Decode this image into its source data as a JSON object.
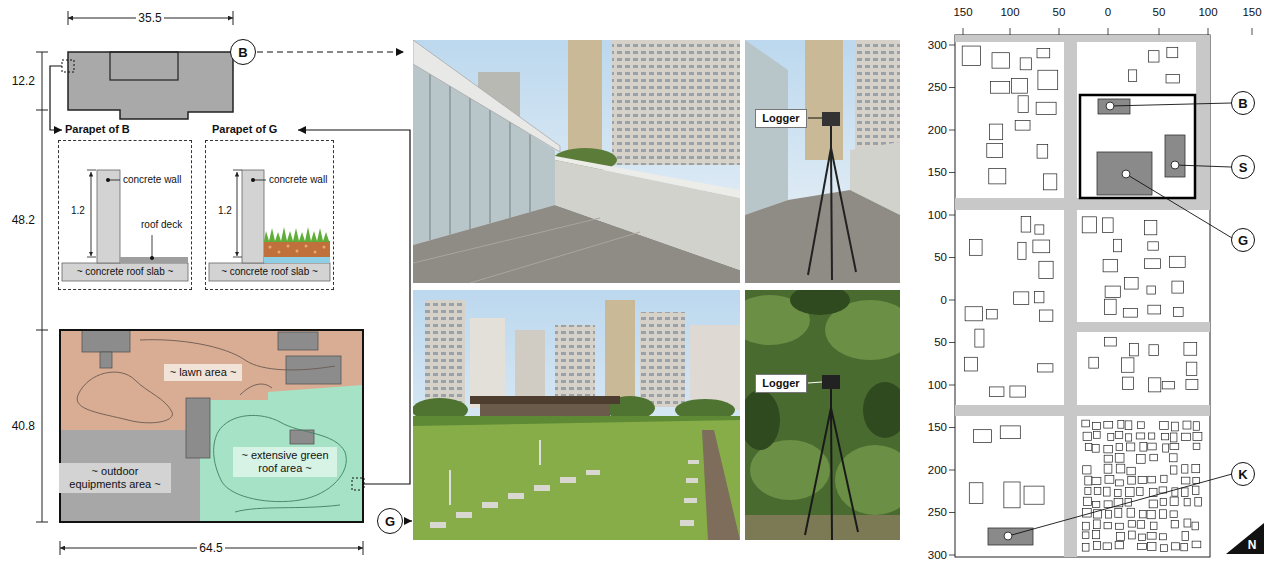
{
  "diagram": {
    "nodes": [
      {
        "text": [
          "B"
        ]
      },
      {
        "text": [
          "Parapet of B",
          "concrete wall",
          "1.2",
          "roof deck",
          "~ concrete roof slab ~"
        ]
      },
      {
        "text": [
          "Parapet of G",
          "concrete wall",
          "1.2",
          "~ concrete roof slab ~"
        ]
      },
      {
        "text": [
          "~ lawn area ~"
        ]
      },
      {
        "text": [
          "~ extensive green roof area ~"
        ]
      },
      {
        "text": [
          "~ outdoor equipments area ~"
        ]
      },
      {
        "text": [
          "G"
        ]
      },
      {
        "text": [
          "Logger"
        ]
      },
      {
        "text": [
          "Logger"
        ]
      },
      {
        "text": [
          "B"
        ]
      },
      {
        "text": [
          "S"
        ]
      },
      {
        "text": [
          "G"
        ]
      },
      {
        "text": [
          "K"
        ]
      }
    ],
    "labels": [
      "35.5",
      "12.2",
      "48.2",
      "40.8",
      "64.5",
      "150",
      "100",
      "50",
      "0",
      "50",
      "100",
      "150",
      "300",
      "250",
      "200",
      "150",
      "100",
      "50",
      "0",
      "50",
      "100",
      "150",
      "200",
      "250",
      "300",
      "N"
    ]
  }
}
